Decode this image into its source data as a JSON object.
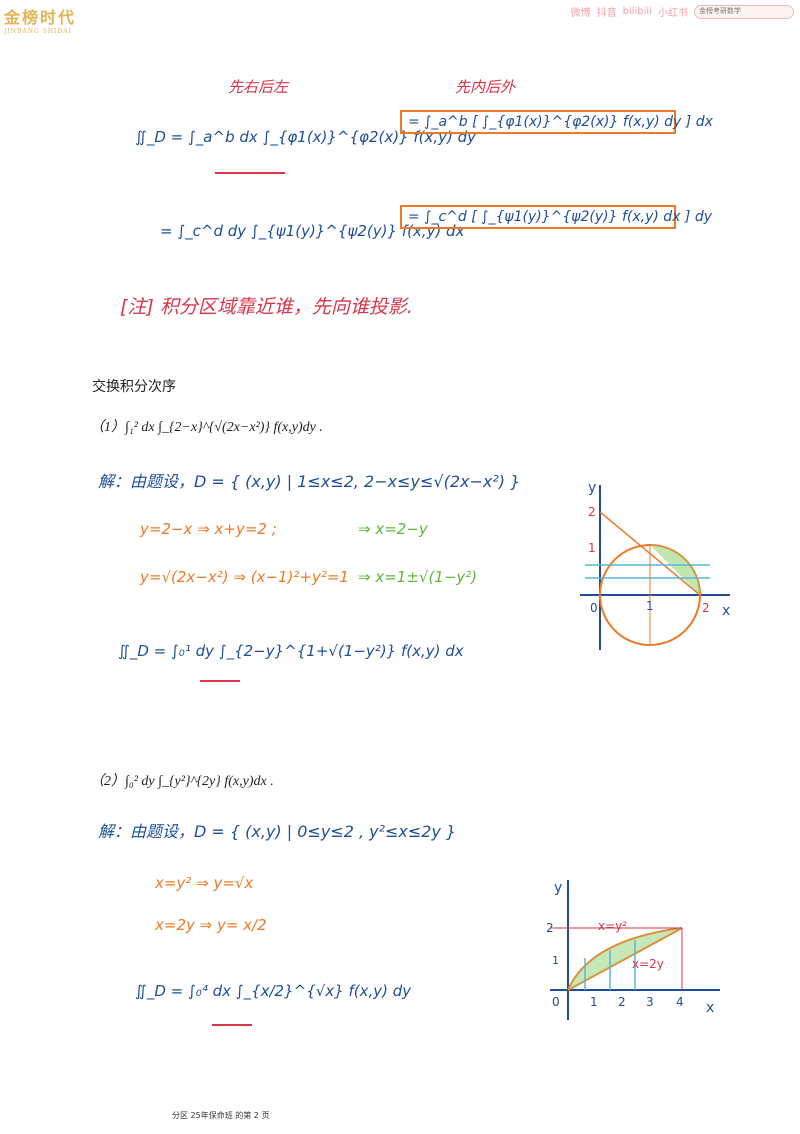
{
  "header": {
    "logo_text": "金榜时代",
    "logo_sub": "JINBANG SHIDAI",
    "social": [
      "微博",
      "抖音",
      "bilibili",
      "小红书"
    ],
    "search_placeholder": "金榜考研数学"
  },
  "section1": {
    "note_outer_inner": "先右后左",
    "note_inner_outer": "先内后外",
    "line1_left": "∬_D = ∫_a^b dx ∫_{φ1(x)}^{φ2(x)} f(x,y) dy",
    "line1_right": "= ∫_a^b [ ∫_{φ1(x)}^{φ2(x)} f(x,y) dy ] dx",
    "line2_left": "= ∫_c^d dy ∫_{ψ1(y)}^{ψ2(y)} f(x,y) dx",
    "line2_right": "= ∫_c^d [ ∫_{ψ1(y)}^{ψ2(y)} f(x,y) dx ] dy",
    "remark": "[注] 积分区域靠近谁，先向谁投影."
  },
  "section2": {
    "title": "交换积分次序",
    "problem1": "（1）∫₁² dx ∫_{2−x}^{√(2x−x²)} f(x,y)dy .",
    "solution1_head": "解：由题设，D = { (x,y) | 1≤x≤2, 2−x≤y≤√(2x−x²) }",
    "step1a_orange": "y=2−x  ⇒  x+y=2 ;",
    "step1a_green": "⇒  x=2−y",
    "step1b_orange": "y=√(2x−x²)  ⇒  (x−1)²+y²=1",
    "step1b_green": "⇒  x=1±√(1−y²)",
    "result1": "∬_D = ∫₀¹ dy ∫_{2−y}^{1+√(1−y²)} f(x,y) dx",
    "graph1": {
      "y_label": "y",
      "x_label": "x",
      "ticks": [
        "2",
        "1",
        "0",
        "1",
        "2"
      ]
    },
    "problem2": "（2）∫₀² dy ∫_{y²}^{2y} f(x,y)dx .",
    "solution2_head": "解：由题设，D = { (x,y) | 0≤y≤2 , y²≤x≤2y }",
    "step2a": "x=y²   ⇒   y=√x",
    "step2b": "x=2y   ⇒   y= x/2",
    "result2": "∬_D = ∫₀⁴ dx ∫_{x/2}^{√x} f(x,y) dy",
    "graph2": {
      "y_label": "y",
      "x_label": "x",
      "curve1": "x=y²",
      "curve2": "x=2y",
      "ticks": [
        "2",
        "1",
        "0",
        "1",
        "2",
        "3",
        "4"
      ]
    }
  },
  "footer": {
    "text": "分区 25年保命班 的第 2 页"
  }
}
